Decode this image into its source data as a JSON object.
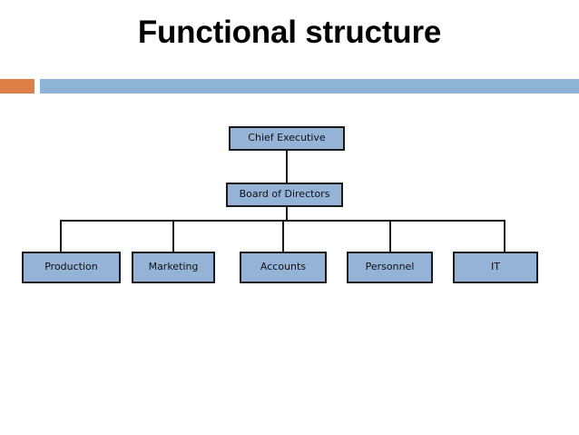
{
  "slide": {
    "title": "Functional structure",
    "background_color": "#ffffff"
  },
  "accent_rule": {
    "orange_color": "#DD8047",
    "blue_color": "#8DB3D5"
  },
  "org_chart": {
    "node_fill_color": "#95B3D7",
    "node_border_color": "#1a1a1a",
    "levels": [
      {
        "level": 1,
        "nodes": [
          {
            "label": "Chief Executive"
          }
        ]
      },
      {
        "level": 2,
        "nodes": [
          {
            "label": "Board of Directors"
          }
        ]
      },
      {
        "level": 3,
        "nodes": [
          {
            "label": "Production"
          },
          {
            "label": "Marketing"
          },
          {
            "label": "Accounts"
          },
          {
            "label": "Personnel"
          },
          {
            "label": "IT"
          }
        ]
      }
    ]
  }
}
